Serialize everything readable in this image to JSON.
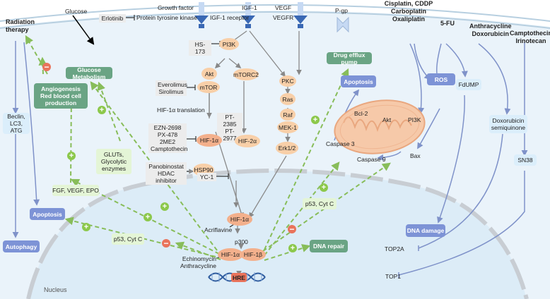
{
  "labels": {
    "radiation_therapy": "Radiation therapy",
    "glucose": "Glucose",
    "growth_factor": "Growth factor",
    "igf1": "IGF-1",
    "vegf": "VEGF",
    "igf1_receptor": "IGF-1 receptor",
    "vegfr": "VEGFR",
    "erlotinib": "Erlotinib",
    "protein_tyrosine_kinase": "Protein tyrosine kinase",
    "pgp": "P-gp",
    "chemo_platinum": [
      "Cisplatin, CDDP",
      "Carboplatin",
      "Oxaliplatin"
    ],
    "fu5": "5-FU",
    "anthracycline_doxorubicin": [
      "Anthracycline",
      "Doxorubicin"
    ],
    "camptothecin_irinotecan": [
      "Camptothecin",
      "Irinotecan"
    ],
    "hs173": "HS-173",
    "pi3k": "PI3K",
    "pkc": "PKC",
    "akt": "Akt",
    "mtorc2": "mTORC2",
    "ras": "Ras",
    "raf": "Raf",
    "mek1": "MEK-1",
    "erk12": "Erk1/2",
    "mtor": "mTOR",
    "everolimus_sirolimus": [
      "Everolimus",
      "Sirolimus"
    ],
    "hif1a_translation": "HIF-1α translation",
    "pt_inhibitors": [
      "PT-2385",
      "PT-2977"
    ],
    "hif1a_inhibitors": [
      "EZN-2698",
      "PX-478",
      "2ME2",
      "Camptothecin"
    ],
    "hif1a": "HIF-1α",
    "hif2a": "HIF-2α",
    "hsp90_inhibitors": [
      "Panobinostat",
      "HDAC inhibitor"
    ],
    "hsp90": "HSP90",
    "yc1": "YC-1",
    "acriflavine": "Acriflavine",
    "p300": "p300",
    "hif1b": "HIF-1β",
    "echinomycin_anthracycline": [
      "Echinomycin",
      "Anthracycline"
    ],
    "hre": "HRE",
    "nucleus": "Nucleus",
    "glucose_metabolism": "Glucose Metabolism",
    "angiogenesis": [
      "Angiogenesis",
      "Red blood cell",
      "production"
    ],
    "drug_efflux_pump": "Drug efflux pump",
    "apoptosis": "Apoptosis",
    "ros": "ROS",
    "fdump": "FdUMP",
    "bcl2": "Bcl-2",
    "pi3k_mito": "PI3K",
    "caspase3": "Caspase 3",
    "caspase9": "Caspase 9",
    "bax": "Bax",
    "beclin": [
      "Beclin, LC3,",
      "ATG"
    ],
    "gluts": [
      "GLUTs,",
      "Glycolytic",
      "enzymes"
    ],
    "fgf_vegf_epo": "FGF, VEGF, EPO",
    "p53_cytc": "p53, Cyt C",
    "doxorubicin_semiquinone": [
      "Doxorubicin",
      "semiquinone"
    ],
    "sn38": "SN38",
    "autophagy": "Autophagy",
    "dna_damage": "DNA damage",
    "dna_repair": "DNA repair",
    "top2a": "TOP2A",
    "top1": "TOP1"
  }
}
